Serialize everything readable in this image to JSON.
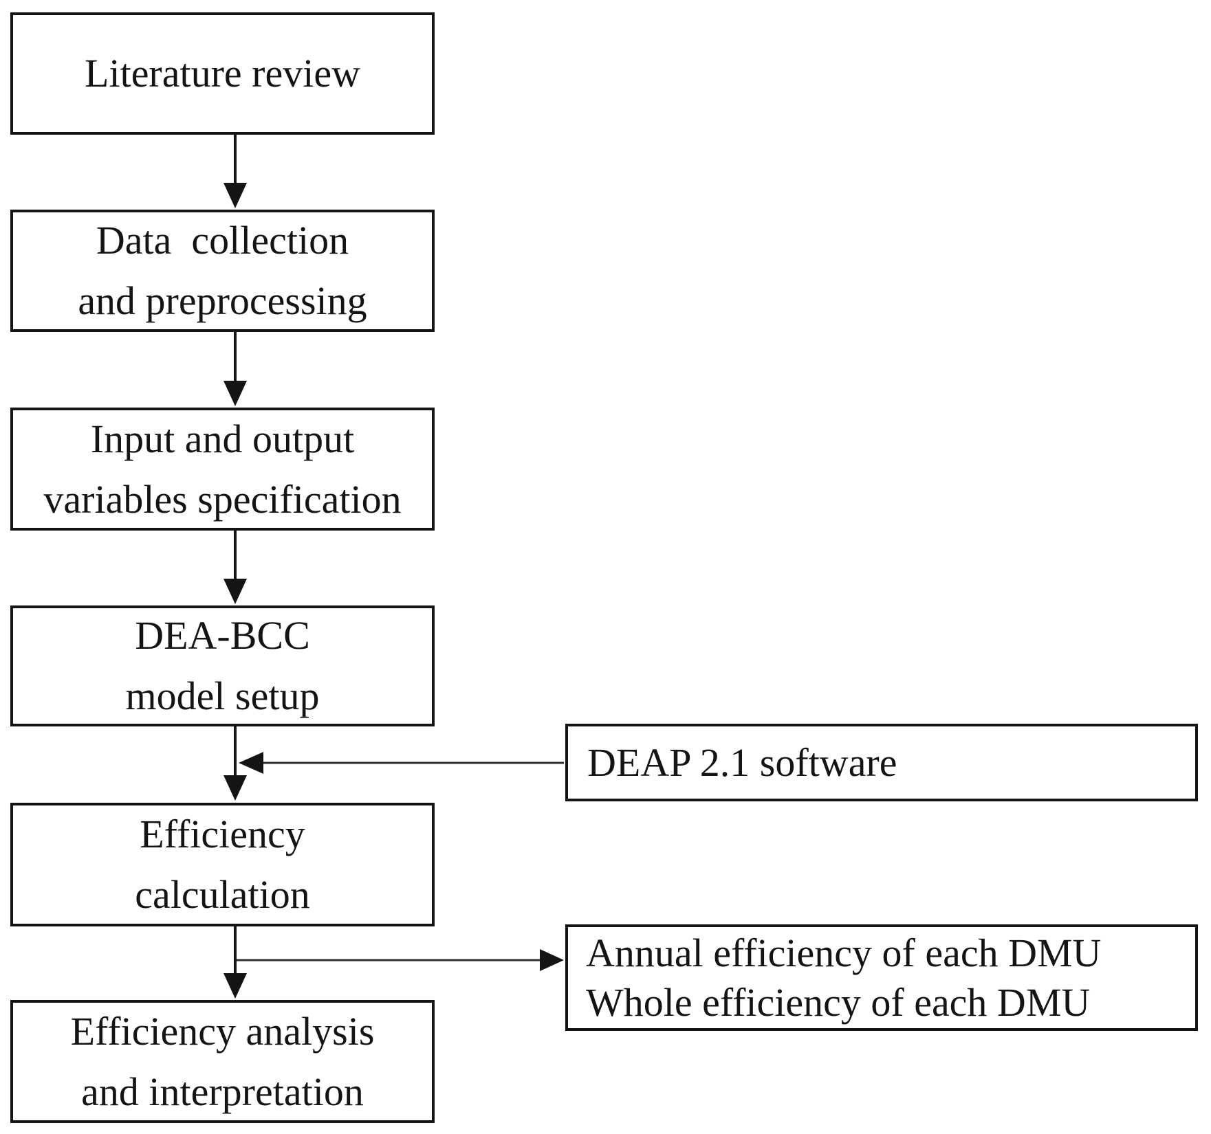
{
  "figure_type": "flowchart",
  "colors": {
    "ink": "#141414",
    "line": "#2e2e2e",
    "background": "#ffffff"
  },
  "nodes": {
    "literature_review": {
      "lines": [
        "Literature review"
      ]
    },
    "data_collection": {
      "lines": [
        "Data  collection",
        "and preprocessing"
      ]
    },
    "io_variables": {
      "lines": [
        "Input and output",
        "variables specification"
      ]
    },
    "dea_bcc_model": {
      "lines": [
        "DEA-BCC",
        "model setup"
      ]
    },
    "deap_software": {
      "lines": [
        "DEAP 2.1 software"
      ]
    },
    "efficiency_calculation": {
      "lines": [
        "Efficiency",
        "calculation"
      ]
    },
    "outputs": {
      "lines": [
        "Annual efficiency of each DMU",
        "Whole efficiency of each DMU"
      ]
    },
    "efficiency_analysis": {
      "lines": [
        "Efficiency analysis",
        "and interpretation"
      ]
    }
  },
  "edges": [
    {
      "from": "literature_review",
      "to": "data_collection",
      "direction": "down"
    },
    {
      "from": "data_collection",
      "to": "io_variables",
      "direction": "down"
    },
    {
      "from": "io_variables",
      "to": "dea_bcc_model",
      "direction": "down"
    },
    {
      "from": "dea_bcc_model",
      "to": "efficiency_calculation",
      "direction": "down"
    },
    {
      "from": "deap_software",
      "to": "efficiency_calculation",
      "direction": "left-into-flow"
    },
    {
      "from": "efficiency_calculation",
      "to": "efficiency_analysis",
      "direction": "down"
    },
    {
      "from": "efficiency_calculation",
      "to": "outputs",
      "direction": "right"
    }
  ]
}
